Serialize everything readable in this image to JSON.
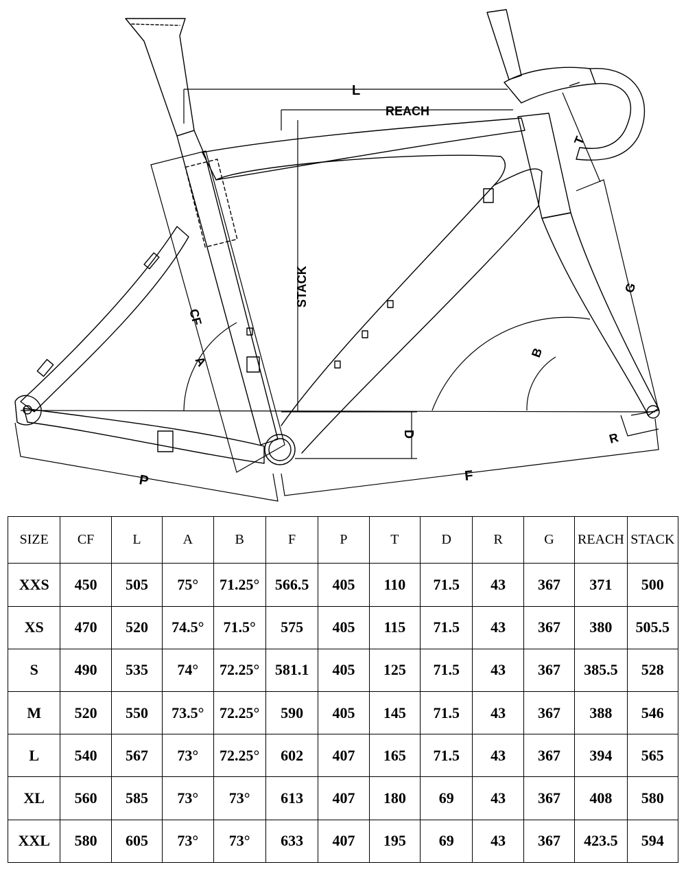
{
  "diagram": {
    "labels": {
      "l": "L",
      "reach": "REACH",
      "stack": "STACK",
      "t": "T",
      "g": "G",
      "cf": "CF",
      "a": "A",
      "b": "B",
      "d": "D",
      "r": "R",
      "p": "P",
      "f": "F"
    }
  },
  "table": {
    "headers": [
      "SIZE",
      "CF",
      "L",
      "A",
      "B",
      "F",
      "P",
      "T",
      "D",
      "R",
      "G",
      "REACH",
      "STACK"
    ],
    "rows": [
      [
        "XXS",
        "450",
        "505",
        "75°",
        "71.25°",
        "566.5",
        "405",
        "110",
        "71.5",
        "43",
        "367",
        "371",
        "500"
      ],
      [
        "XS",
        "470",
        "520",
        "74.5°",
        "71.5°",
        "575",
        "405",
        "115",
        "71.5",
        "43",
        "367",
        "380",
        "505.5"
      ],
      [
        "S",
        "490",
        "535",
        "74°",
        "72.25°",
        "581.1",
        "405",
        "125",
        "71.5",
        "43",
        "367",
        "385.5",
        "528"
      ],
      [
        "M",
        "520",
        "550",
        "73.5°",
        "72.25°",
        "590",
        "405",
        "145",
        "71.5",
        "43",
        "367",
        "388",
        "546"
      ],
      [
        "L",
        "540",
        "567",
        "73°",
        "72.25°",
        "602",
        "407",
        "165",
        "71.5",
        "43",
        "367",
        "394",
        "565"
      ],
      [
        "XL",
        "560",
        "585",
        "73°",
        "73°",
        "613",
        "407",
        "180",
        "69",
        "43",
        "367",
        "408",
        "580"
      ],
      [
        "XXL",
        "580",
        "605",
        "73°",
        "73°",
        "633",
        "407",
        "195",
        "69",
        "43",
        "367",
        "423.5",
        "594"
      ]
    ]
  }
}
